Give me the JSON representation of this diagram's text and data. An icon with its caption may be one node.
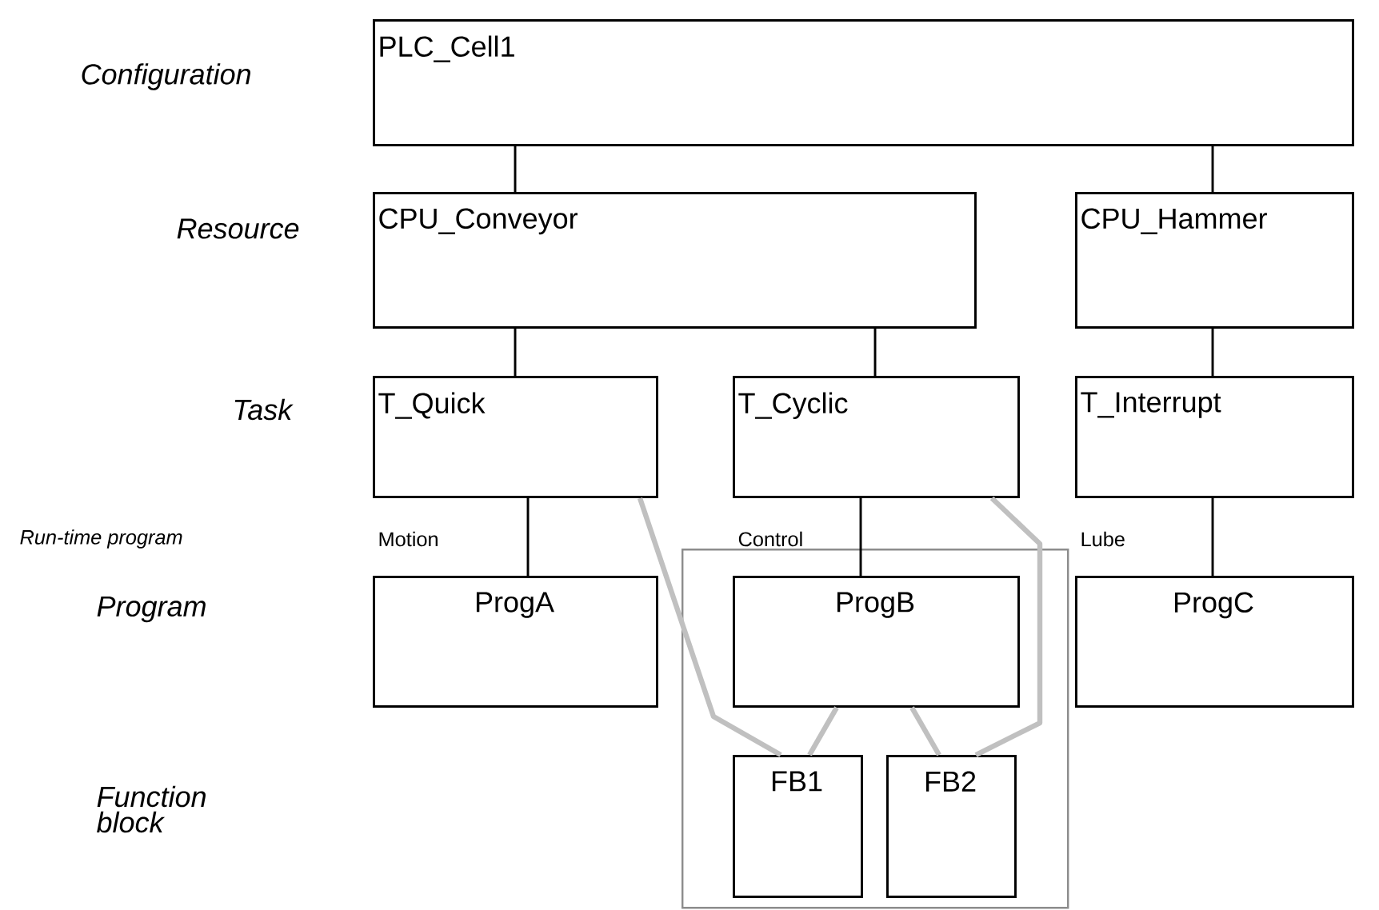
{
  "diagram": {
    "nodes": [
      {
        "text": [
          "PLC_Cell1"
        ]
      },
      {
        "text": [
          "CPU_Conveyor"
        ]
      },
      {
        "text": [
          "CPU_Hammer"
        ]
      },
      {
        "text": [
          "T_Quick"
        ]
      },
      {
        "text": [
          "T_Cyclic"
        ]
      },
      {
        "text": [
          "T_Interrupt"
        ]
      },
      {
        "text": [
          "ProgA"
        ],
        "beside": [
          "Motion"
        ]
      },
      {
        "text": [],
        "shape": "box"
      },
      {
        "text": [
          "ProgB"
        ],
        "beside": [
          "Control"
        ],
        "in": 7
      },
      {
        "text": [
          "FB1"
        ],
        "in": 7
      },
      {
        "text": [
          "FB2"
        ],
        "in": 7
      },
      {
        "text": [
          "ProgC"
        ],
        "beside": [
          "Lube"
        ]
      }
    ],
    "edges": [
      {
        "from": 0,
        "to": 1,
        "arrow": "none"
      },
      {
        "from": 0,
        "to": 2,
        "arrow": "none"
      },
      {
        "from": 1,
        "to": 3,
        "arrow": "none"
      },
      {
        "from": 1,
        "to": 4,
        "arrow": "none"
      },
      {
        "from": 2,
        "to": 5,
        "arrow": "none"
      },
      {
        "from": 3,
        "to": 6,
        "arrow": "none"
      },
      {
        "from": 4,
        "to": 8,
        "arrow": "none"
      },
      {
        "from": 5,
        "to": 11,
        "arrow": "none"
      },
      {
        "from": 3,
        "to": 9,
        "arrow": "none",
        "style": "thick",
        "color": "#c0c0c0"
      },
      {
        "from": 8,
        "to": 9,
        "arrow": "none",
        "style": "thick",
        "color": "#c0c0c0"
      },
      {
        "from": 8,
        "to": 10,
        "arrow": "none",
        "style": "thick",
        "color": "#c0c0c0"
      },
      {
        "from": 4,
        "to": 10,
        "arrow": "none",
        "style": "thick",
        "color": "#c0c0c0"
      }
    ],
    "labels": [
      "Configuration",
      "Resource",
      "Task",
      "Run-time program",
      "Program",
      "Function block"
    ]
  }
}
